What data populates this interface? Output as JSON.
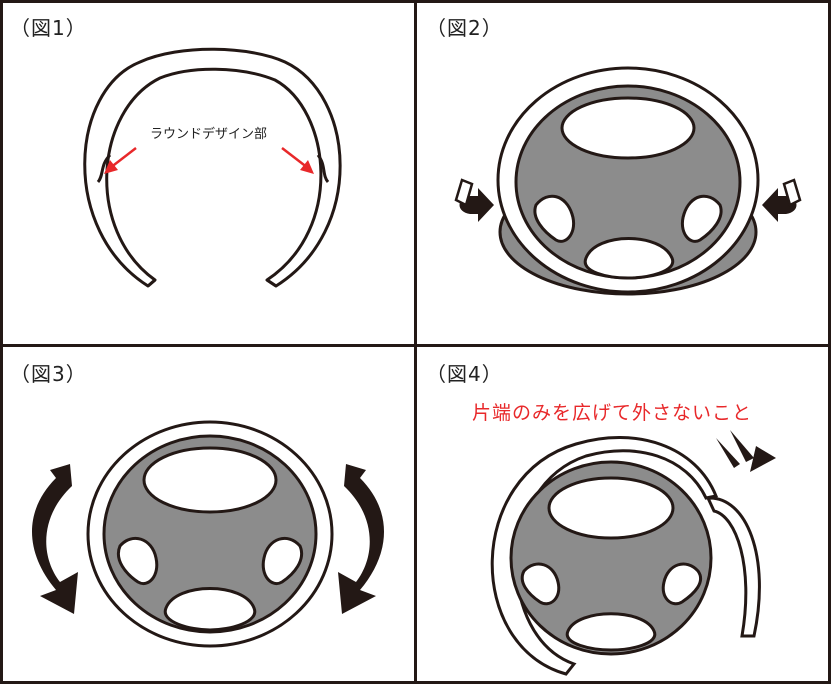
{
  "panels": [
    {
      "label": "（図1）",
      "note": "ラウンドデザイン部"
    },
    {
      "label": "（図2）"
    },
    {
      "label": "（図3）"
    },
    {
      "label": "（図4）",
      "warning": "片端のみを広げて外さないこと"
    }
  ],
  "colors": {
    "accent_red": "#e8282a",
    "wheel_gray": "#8c8c8c",
    "outline": "#231815"
  }
}
